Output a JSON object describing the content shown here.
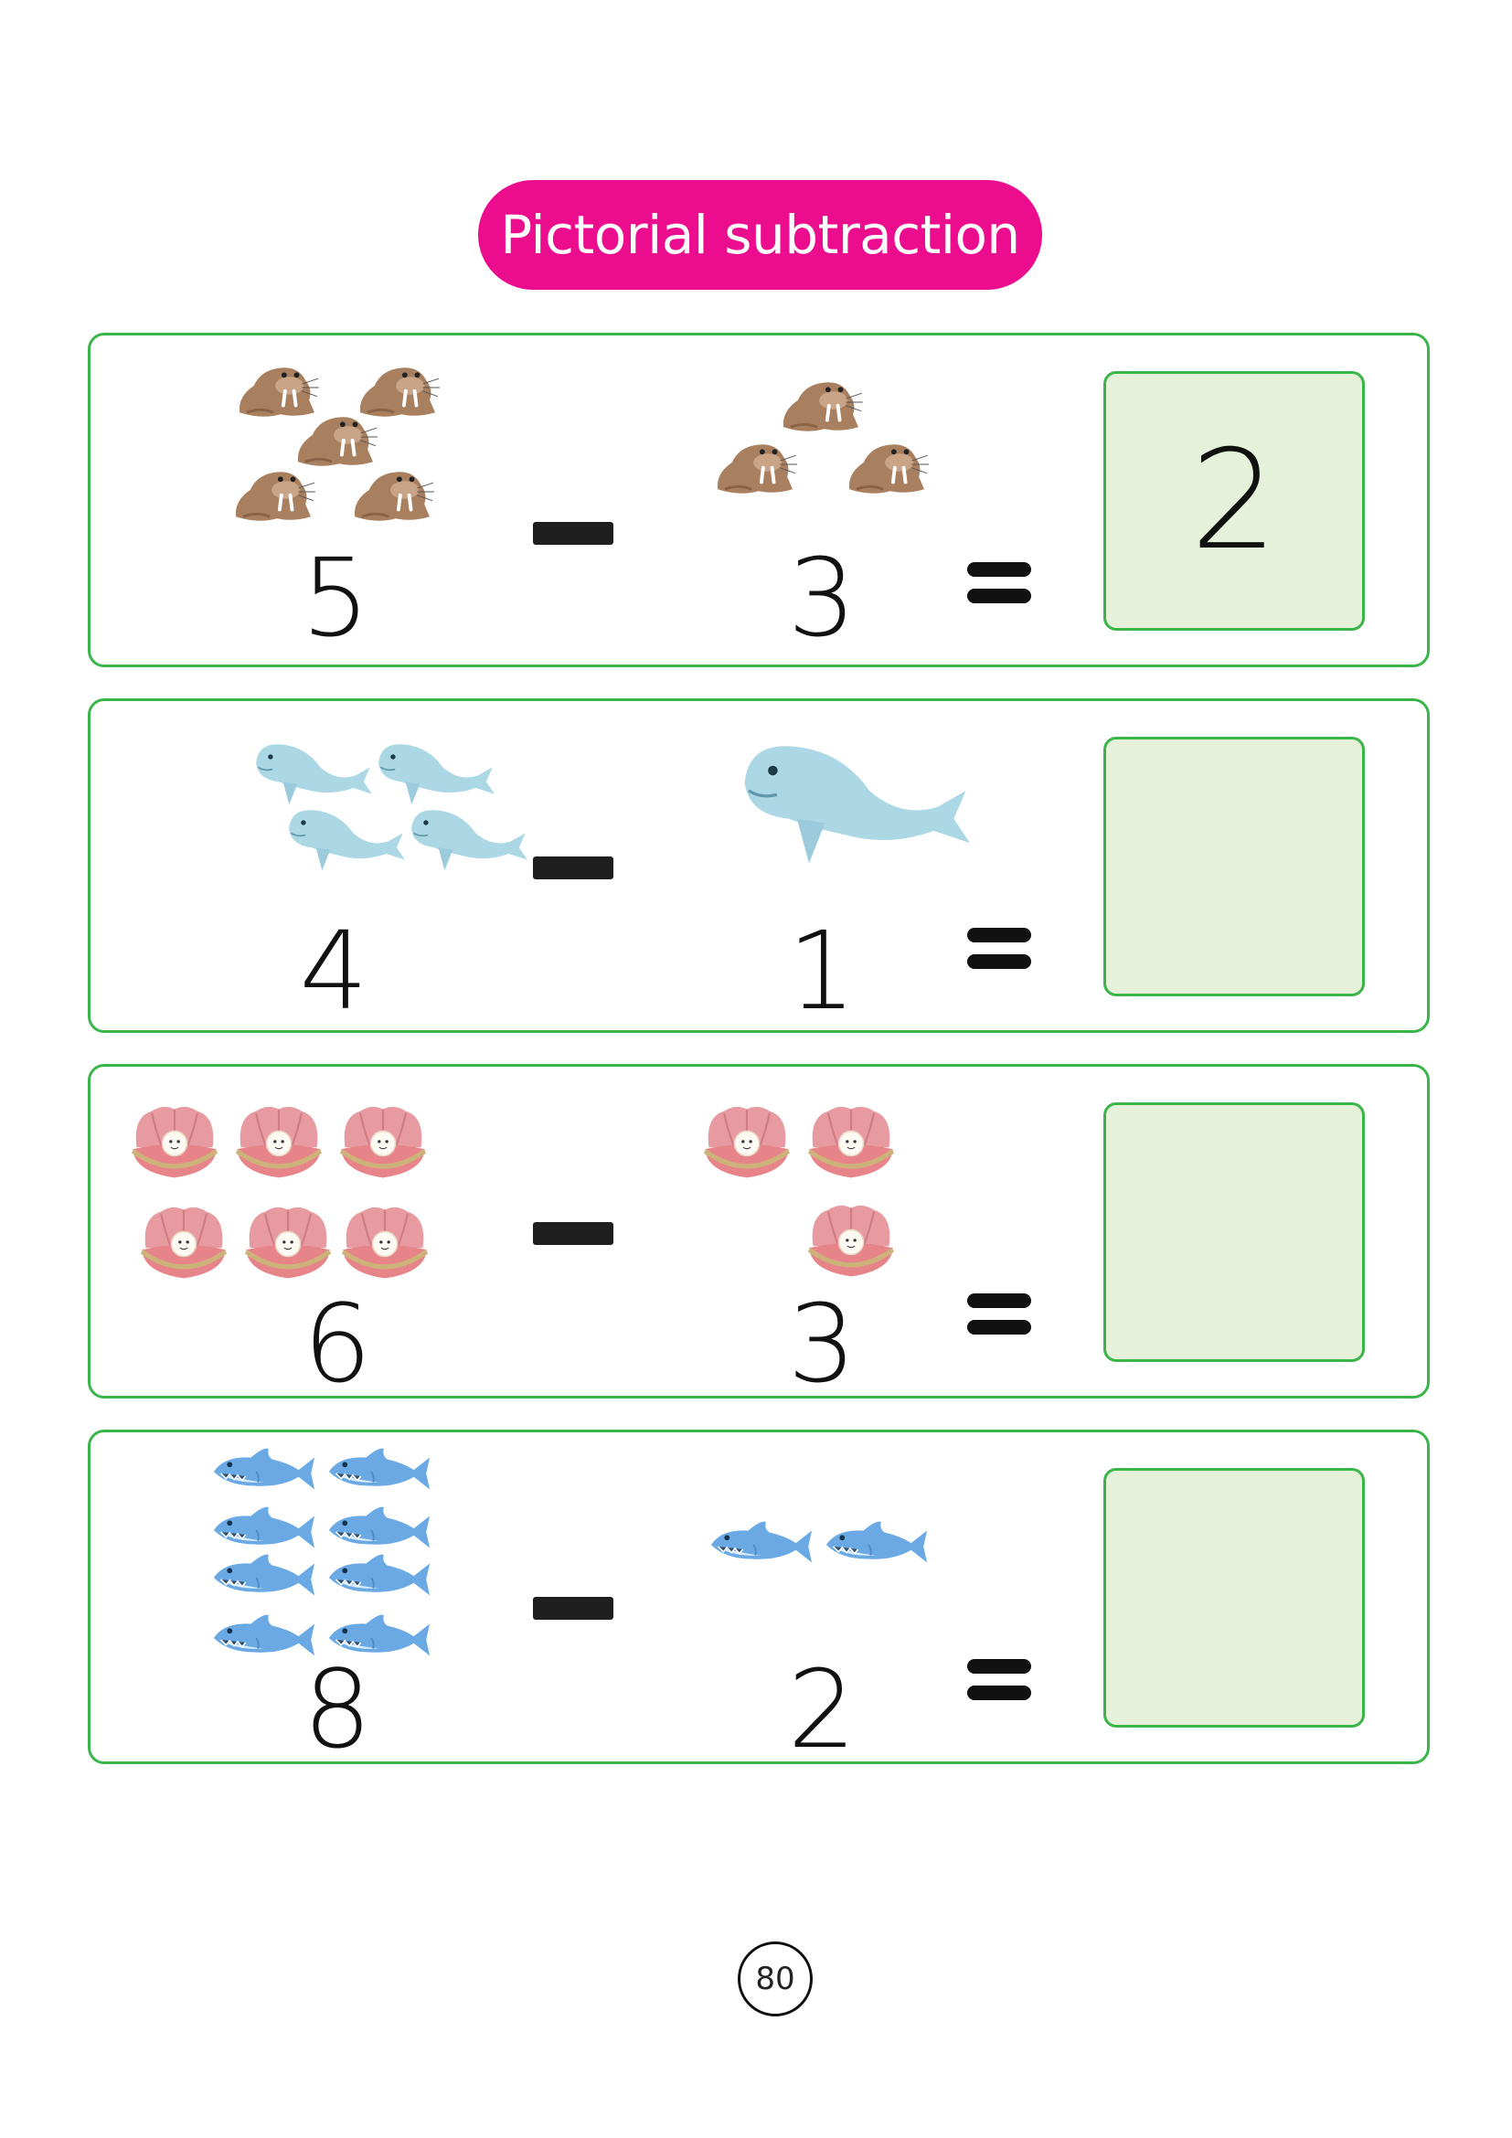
{
  "title": "Pictorial subtraction",
  "problems": [
    {
      "minuend": "5",
      "subtrahend": "3",
      "answer": "2",
      "object_icon": "walrus-icon"
    },
    {
      "minuend": "4",
      "subtrahend": "1",
      "answer": "",
      "object_icon": "beluga-whale-icon"
    },
    {
      "minuend": "6",
      "subtrahend": "3",
      "answer": "",
      "object_icon": "pearl-clam-icon"
    },
    {
      "minuend": "8",
      "subtrahend": "2",
      "answer": "",
      "object_icon": "shark-icon"
    }
  ],
  "page_number": "80",
  "colors": {
    "title_bg": "#ec0d8e",
    "card_border": "#39b54a",
    "answer_fill": "#e5f1d9"
  }
}
